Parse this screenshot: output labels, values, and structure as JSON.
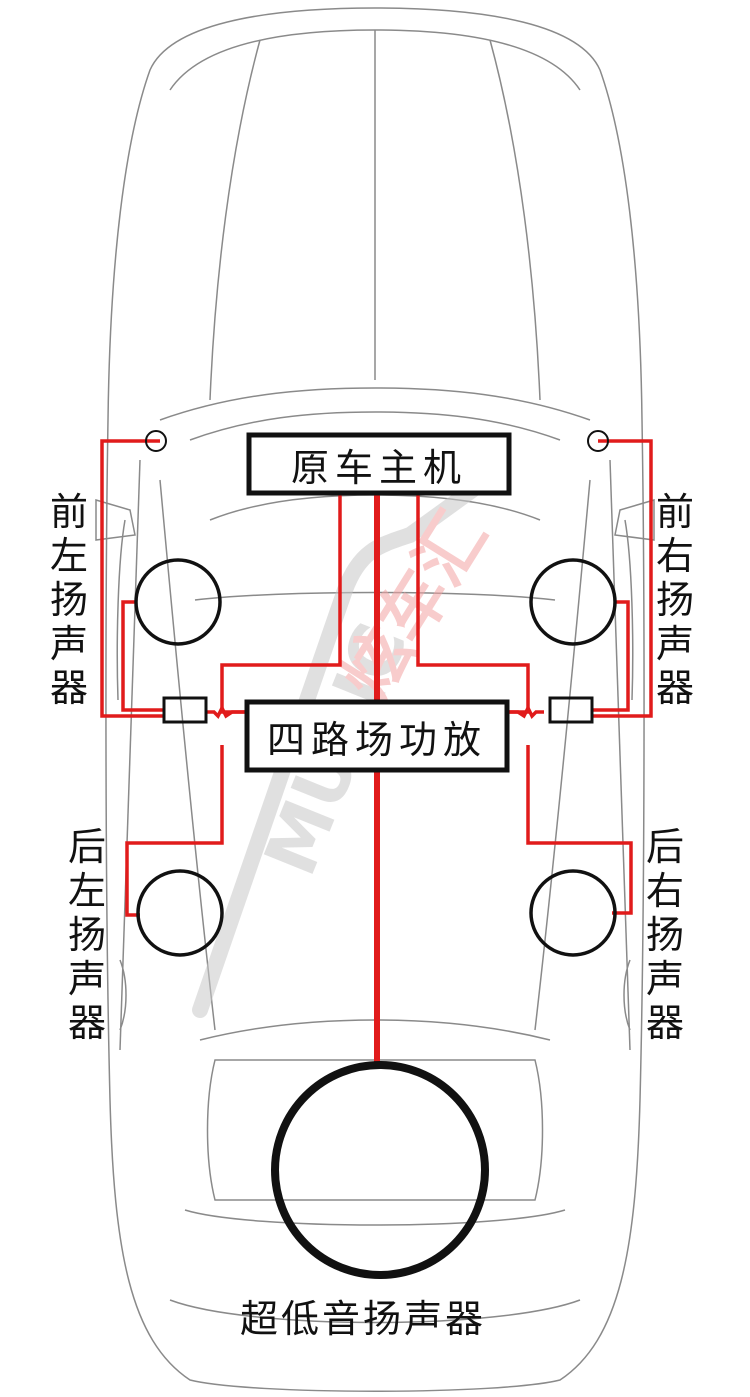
{
  "head_unit": {
    "label": "原车主机"
  },
  "amplifier": {
    "label": "四路场功放"
  },
  "speakers": {
    "front_left": "前左扬声器",
    "front_right": "前右扬声器",
    "rear_left": "后左扬声器",
    "rear_right": "后右扬声器",
    "subwoofer": "超低音扬声器"
  },
  "watermark": "MUSIC炫车汇",
  "colors": {
    "wire": "#e11b1b",
    "outline": "#111111",
    "car_line": "#8a8a8a",
    "watermark_gray": "#c8c8c8",
    "watermark_red": "#f3a3a3"
  }
}
